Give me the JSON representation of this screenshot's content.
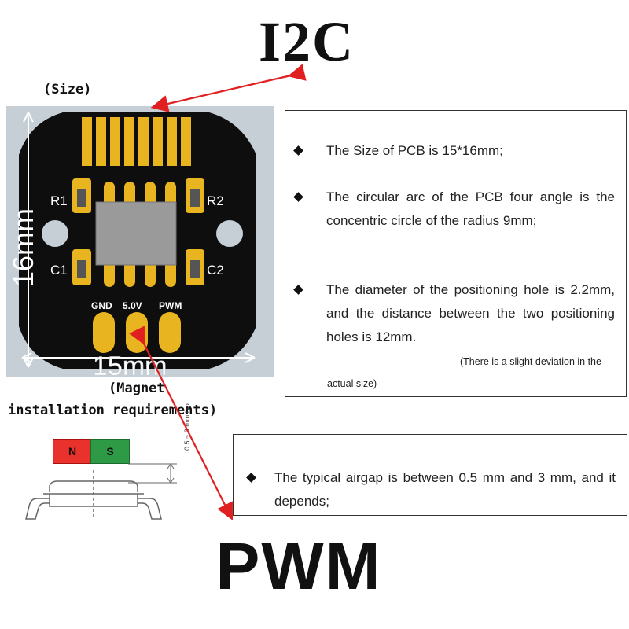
{
  "title_top": "I2C",
  "title_bottom": "PWM",
  "size_label": "(Size)",
  "magnet_label_line1": "(Magnet",
  "magnet_label_line2": "installation requirements)",
  "pcb": {
    "labels": {
      "r1": "R1",
      "r2": "R2",
      "c1": "C1",
      "c2": "C2",
      "gnd": "GND",
      "v5": "5.0V",
      "pwm": "PWM"
    },
    "dim_width": "15mm",
    "dim_height": "16mm",
    "colors": {
      "board": "#0e0e0e",
      "pad": "#e8b41f",
      "chip": "#9a9a9a",
      "panel": "#c7cfd6"
    }
  },
  "spec_box": {
    "bullets": [
      "The Size of PCB is 15*16mm;",
      "The circular arc of the PCB four angle is the concentric circle of the radius 9mm;",
      "The diameter of the positioning hole is 2.2mm, and the distance between the two positioning holes is 12mm."
    ],
    "note_line1": "(There is a slight deviation in the",
    "note_line2": "actual size)"
  },
  "airgap_box": {
    "bullet": "The typical airgap is between 0.5 mm and 3 mm, and it depends;"
  },
  "magnet": {
    "north": "N",
    "south": "S",
    "airgap_label": "0.5 ~ 3 mm typ"
  },
  "arrow_color": "#e02020"
}
